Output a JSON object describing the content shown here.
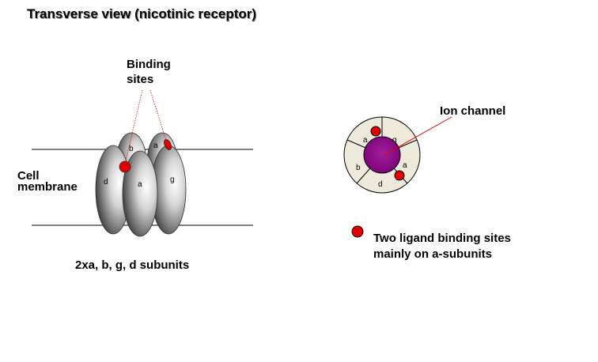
{
  "title": "Transverse  view (nicotinic receptor)",
  "labels": {
    "binding_line1": "Binding",
    "binding_line2": "sites",
    "cell_line1": "Cell",
    "cell_line2": "membrane",
    "subunits_caption": "2xa, b, g, d subunits",
    "ion_channel": "Ion channel",
    "legend_line1": "Two ligand binding sites",
    "legend_line2": "mainly on a-subunits"
  },
  "side_view_subunits": {
    "back_left": "b",
    "back_right": "a",
    "front_left": "d",
    "front_center": "a",
    "front_right": "g"
  },
  "top_view_subunits": {
    "top_left": "a",
    "top_right": "g",
    "left": "b",
    "right": "a",
    "bottom": "d"
  },
  "colors": {
    "binding_site": "#e00000",
    "channel": "#8b008b",
    "ring_fill": "#eeeadb",
    "guide_line": "#e00000"
  }
}
